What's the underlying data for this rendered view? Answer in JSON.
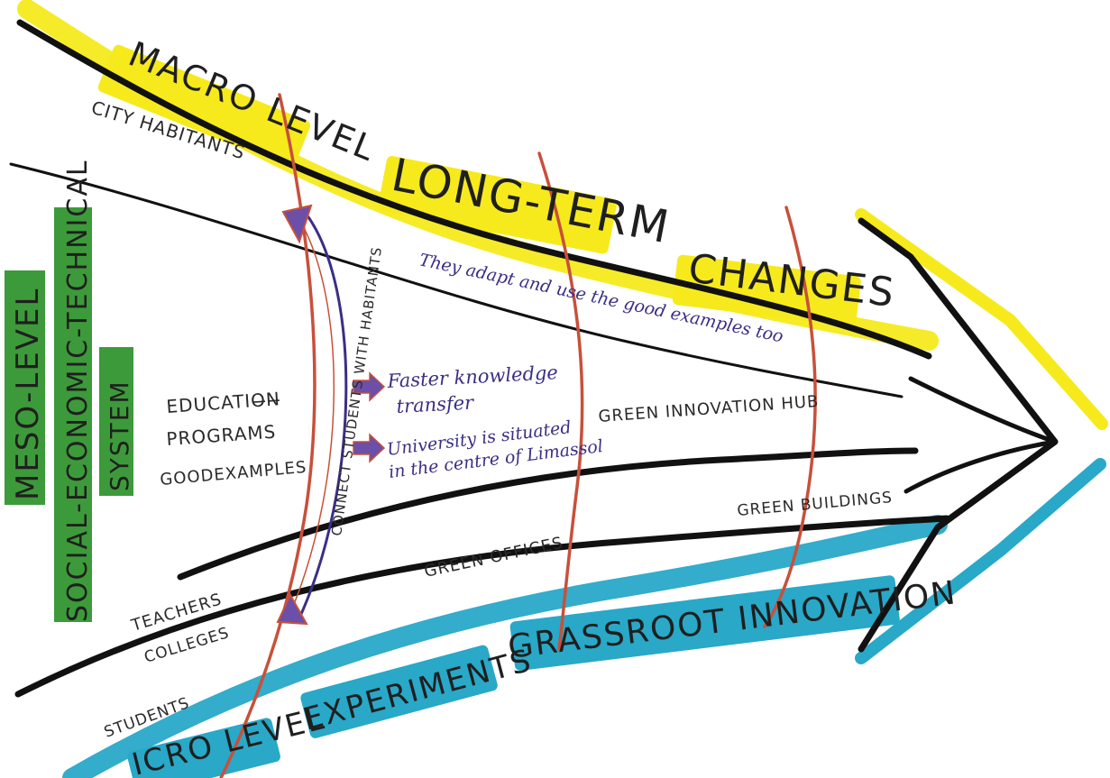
{
  "colors": {
    "macro_highlight": "#f6ea1c",
    "micro_highlight": "#29a8c8",
    "meso_highlight": "#3d9a3a",
    "time_lines": "#c8503a",
    "annotation_ink": "#3a2f85",
    "arrow_fill": "#6b4fa8",
    "ink": "#111111"
  },
  "labels": {
    "macro_level": "MACRO LEVEL",
    "long_term": "LONG-TERM",
    "changes": "CHANGES",
    "city_habitants": "CITY HABITANTS",
    "meso_line1": "MESO-LEVEL",
    "meso_line2": "SOCIAL-ECONOMIC-TECHNICAL",
    "meso_line3": "SYSTEM",
    "they_adapt": "They adapt and use the good examples too",
    "education_programs_1": "EDUCATIO̶N̶",
    "education_programs_2": "PROGRAMS",
    "good_examples": "GOODEXAMPLES",
    "connect_students": "CONNECT STUDENTS WITH HABITANTS",
    "faster_knowledge_1": "Faster knowledge",
    "faster_knowledge_2": "transfer",
    "university_1": "University is situated",
    "university_2": "in the centre of Limassol",
    "green_innovation_hub": "GREEN INNOVATION HUB",
    "green_buildings": "GREEN BUILDINGS",
    "green_offices": "GREEN OFFICES",
    "teachers": "TEACHERS",
    "colleges": "COLLEGES",
    "students": "STUDENTS",
    "micro_level": "ICRO LEVEL",
    "experiments": "EXPERIMENTS",
    "grassroot_innovation": "GRASSROOT INNOVATION"
  }
}
